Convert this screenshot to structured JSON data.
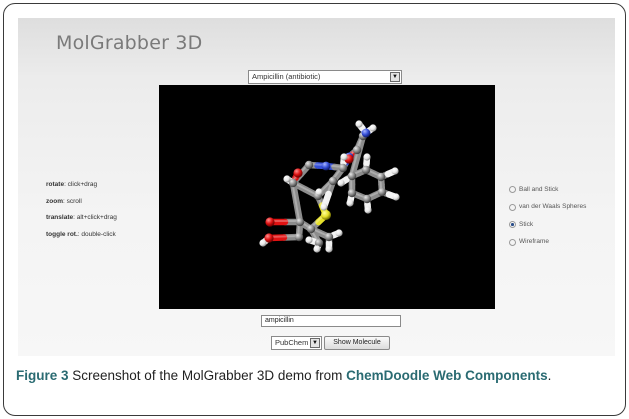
{
  "app": {
    "title": "MolGrabber 3D",
    "molecule_select": {
      "value": "Ampicillin (antibiotic)",
      "arrow": "▼"
    },
    "help": [
      {
        "label": "rotate",
        "value": ": click+drag"
      },
      {
        "label": "zoom",
        "value": ": scroll"
      },
      {
        "label": "translate",
        "value": ": alt+click+drag"
      },
      {
        "label": "toggle rot.",
        "value": ": double-click"
      }
    ],
    "render_options": [
      {
        "label": "Ball and Stick",
        "checked": false
      },
      {
        "label": "van der Waals Spheres",
        "checked": false
      },
      {
        "label": "Stick",
        "checked": true
      },
      {
        "label": "Wireframe",
        "checked": false
      }
    ],
    "name_input": {
      "value": "ampicillin"
    },
    "source_select": {
      "value": "PubChem",
      "arrow": "▼"
    },
    "show_button": {
      "label": "Show Molecule"
    },
    "molecule_colors": {
      "carbon": "#8c8c8c",
      "hydrogen": "#f2f2f2",
      "oxygen": "#e01212",
      "nitrogen": "#3650d8",
      "sulfur": "#e6e02a"
    }
  },
  "caption": {
    "label": "Figure 3",
    "text": " Screenshot of the MolGrabber 3D demo from ",
    "source": "ChemDoodle Web Components",
    "end": "."
  }
}
